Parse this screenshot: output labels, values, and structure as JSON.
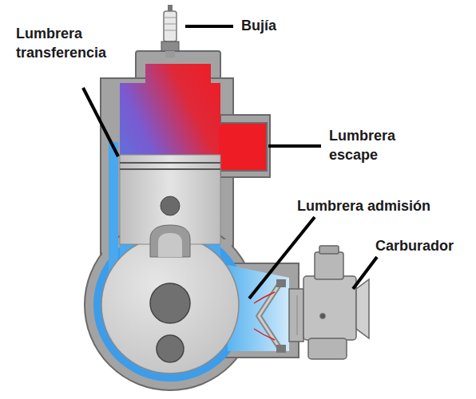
{
  "diagram": {
    "labels": [
      "Bujía",
      "Lumbrera transferencia",
      "Lumbrera escape",
      "Lumbrera admisión",
      "Carburador"
    ]
  }
}
